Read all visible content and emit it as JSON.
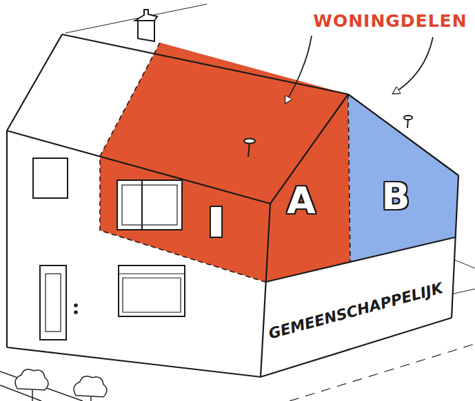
{
  "diagram": {
    "nodes": [
      {
        "text": [
          "A"
        ]
      },
      {
        "text": [
          "B"
        ]
      },
      {
        "text": [
          "GEMEENSCHAPPELIJK"
        ]
      }
    ],
    "labels": [
      "WONINGDELEN"
    ]
  }
}
